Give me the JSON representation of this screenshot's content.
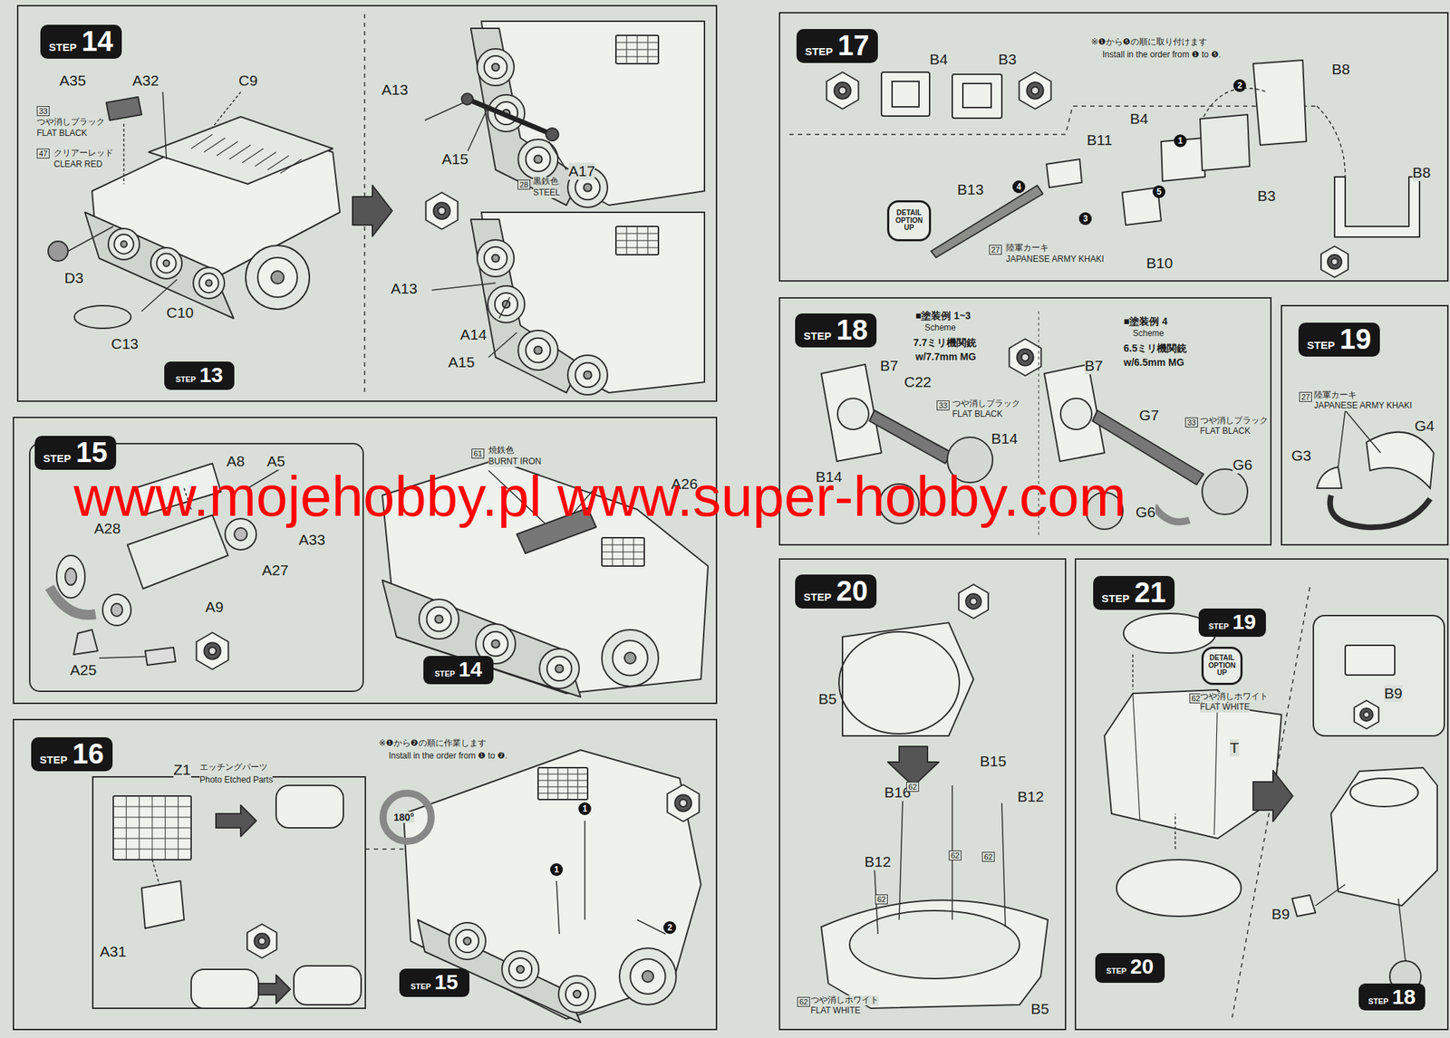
{
  "diagram": {
    "nodes": [
      {
        "text": [
          "STEP",
          "14"
        ]
      },
      {
        "text": [
          "STEP",
          "13"
        ],
        "in": 0
      },
      {
        "text": [
          "STEP",
          "15"
        ]
      },
      {
        "text": [
          "STEP",
          "14"
        ],
        "in": 2
      },
      {
        "text": [
          "STEP",
          "16"
        ]
      },
      {
        "text": [
          "STEP",
          "15"
        ],
        "in": 4
      },
      {
        "text": [
          "STEP",
          "17"
        ]
      },
      {
        "text": [
          "DETAIL OPTION UP"
        ],
        "in": 6
      },
      {
        "text": [
          "STEP",
          "18"
        ]
      },
      {
        "text": [
          "STEP",
          "19"
        ]
      },
      {
        "text": [
          "STEP",
          "20"
        ]
      },
      {
        "text": [
          "STEP",
          "21"
        ]
      },
      {
        "text": [
          "STEP",
          "19"
        ],
        "in": 11
      },
      {
        "text": [
          "DETAIL OPTION UP"
        ],
        "in": 11
      },
      {
        "text": [
          "STEP",
          "20"
        ],
        "in": 11
      },
      {
        "text": [
          "STEP",
          "18"
        ],
        "in": 11
      }
    ],
    "labels": [
      "A35",
      "A32",
      "C9",
      "33",
      "つや消しブラック",
      "FLAT BLACK",
      "47",
      "クリアーレッド",
      "CLEAR RED",
      "D3",
      "C10",
      "C13",
      "A13",
      "A15",
      "A17",
      "28",
      "黒鉄色",
      "STEEL",
      "A13",
      "A14",
      "A15",
      "A8",
      "A5",
      "A28",
      "A33",
      "A27",
      "A9",
      "A25",
      "61",
      "焼鉄色",
      "BURNT IRON",
      "A26",
      "www.mojehobby.pl www.super-hobby.com",
      "※❶から❷の順に作業します",
      "Install in the order from ❶ to ❷.",
      "Z1",
      "エッチングパーツ",
      "Photo Etched Parts",
      "A31",
      "180°",
      "1",
      "1",
      "2",
      "B4",
      "B3",
      "※❶から❺の順に取り付けます",
      "Install in the order from ❶ to ❺.",
      "B8",
      "B4",
      "B11",
      "2",
      "1",
      "B13",
      "4",
      "3",
      "5",
      "B3",
      "B10",
      "B8",
      "27",
      "陸軍カーキ",
      "JAPANESE ARMY KHAKI",
      "■塗装例 1~3",
      "Scheme",
      "7.7ミリ機関銃",
      "w/7.7mm MG",
      "B7",
      "C22",
      "33",
      "つや消しブラック",
      "FLAT BLACK",
      "B14",
      "B14",
      "■塗装例 4",
      "Scheme",
      "6.5ミリ機関銃",
      "w/6.5mm MG",
      "B7",
      "G7",
      "33",
      "つや消しブラック",
      "FLAT BLACK",
      "G6",
      "G6",
      "27",
      "陸軍カーキ",
      "JAPANESE ARMY KHAKI",
      "G4",
      "G3",
      "B5",
      "B15",
      "B16",
      "B12",
      "B12",
      "62",
      "62",
      "62",
      "62",
      "62",
      "つや消しホワイト",
      "FLAT WHITE",
      "B5",
      "62",
      "つや消しホワイト",
      "FLAT WHITE",
      "T",
      "B9",
      "B9"
    ]
  }
}
